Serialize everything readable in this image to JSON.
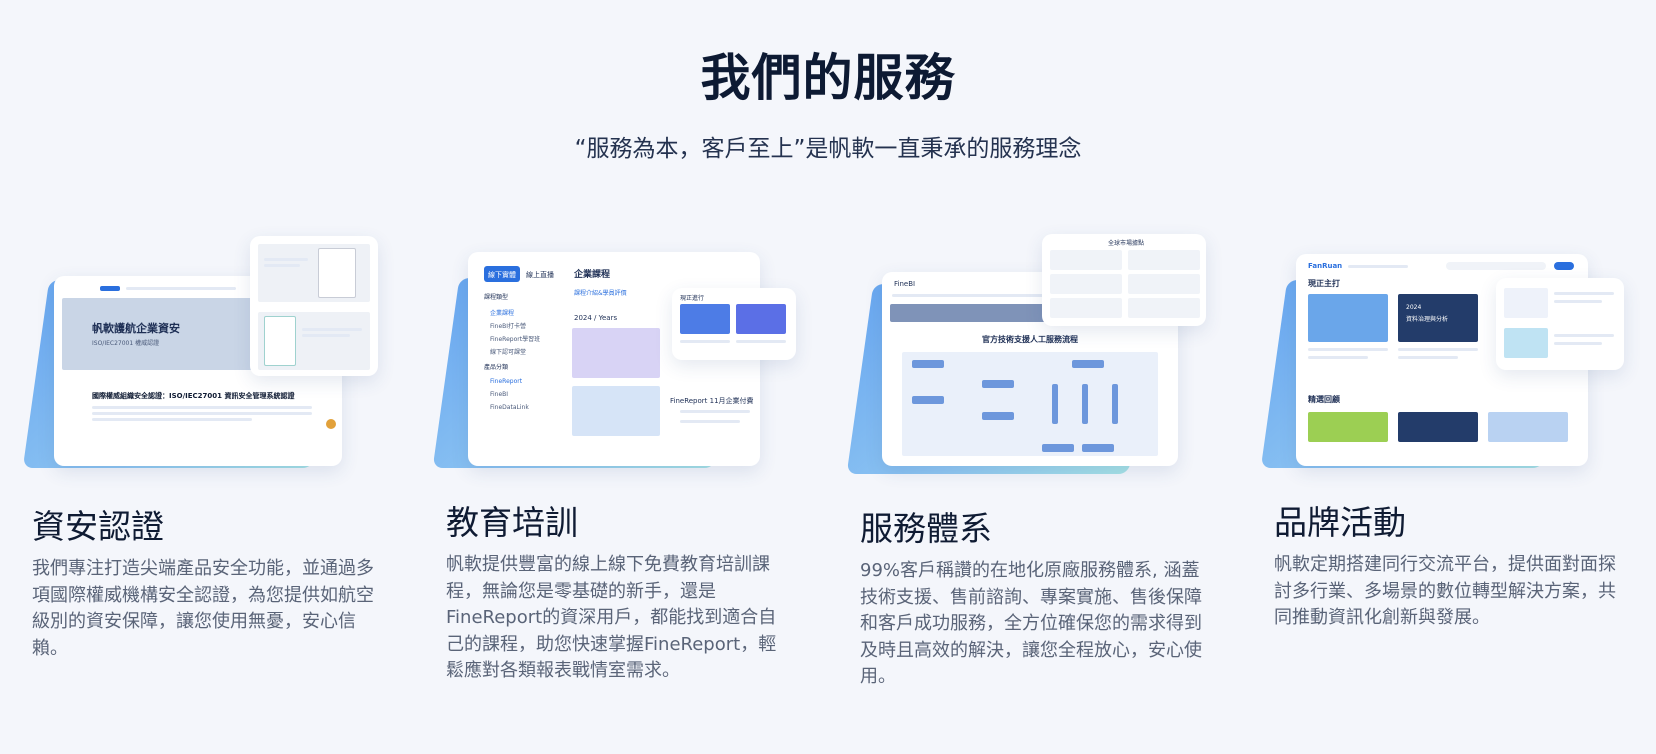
{
  "header": {
    "title": "我們的服務",
    "subtitle": "“服務為本，客戶至上”是帆軟一直秉承的服務理念"
  },
  "cards": [
    {
      "title": "資安認證",
      "description": "我們專注打造尖端產品安全功能，並通過多項國際權威機構安全認證，為您提供如航空級別的資安保障，讓您使用無憂，安心信賴。",
      "illustration": {
        "banner": "帆軟護航企業資安",
        "banner_sub": "ISO/IEC27001 權威認證",
        "headline": "國際權威組織安全認證：ISO/IEC27001 資訊安全管理系統認證"
      }
    },
    {
      "title": "教育培訓",
      "description": "帆軟提供豐富的線上線下免費教育培訓課程，無論您是零基礎的新手，還是FineReport的資深用戶，都能找到適合自己的課程，助您快速掌握FineReport，輕鬆應對各類報表戰情室需求。",
      "illustration": {
        "tab_active": "線下實體",
        "tab_other": "線上直播",
        "heading": "企業課程",
        "link": "課程介紹&學員評價",
        "year": "2024 / Years",
        "filter_title": "課程類型",
        "filters": [
          "企業課程",
          "FineBI打卡營",
          "FineReport學習班",
          "線下認可課堂"
        ],
        "product_title": "產品分類",
        "products": [
          "FineReport",
          "FineBI",
          "FineDataLink"
        ],
        "popup": "FineReport 11月企業付費",
        "side_label": "現正進行"
      }
    },
    {
      "title": "服務體系",
      "description": "99%客戶稱讚的在地化原廠服務體系, 涵蓋技術支援、售前諮詢、專案實施、售後保障和客戶成功服務，全方位確保您的需求得到及時且高效的解決，讓您全程放心，安心使用。",
      "illustration": {
        "brand": "FineBI",
        "diagram_title": "官方技術支援人工服務流程",
        "panel_title": "全球市場據點"
      }
    },
    {
      "title": "品牌活動",
      "description": "帆軟定期搭建同行交流平台，提供面對面探討多行業、多場景的數位轉型解決方案，共同推動資訊化創新與發展。",
      "illustration": {
        "brand": "FanRuan",
        "section_current": "現正主打",
        "section_past": "精選回顧",
        "event_banner": "資料治理與分析",
        "event_year": "2024"
      }
    }
  ]
}
